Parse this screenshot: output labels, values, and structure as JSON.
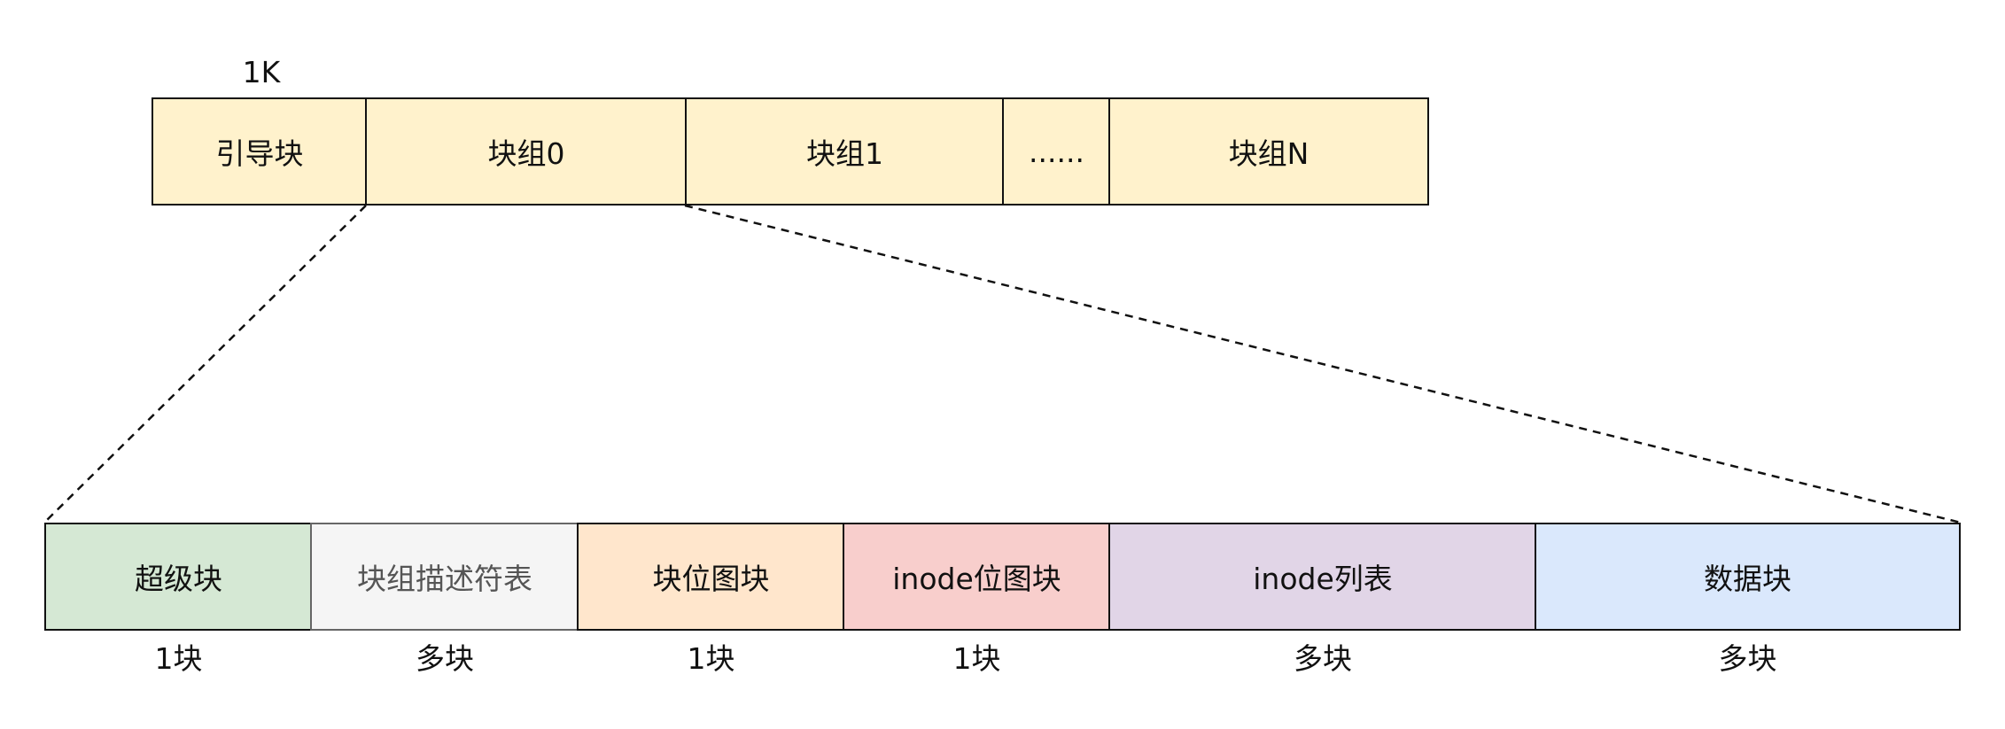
{
  "top_row": {
    "size_label": "1K",
    "blocks": [
      {
        "label": "引导块"
      },
      {
        "label": "块组0"
      },
      {
        "label": "块组1"
      },
      {
        "label": "......"
      },
      {
        "label": "块组N"
      }
    ]
  },
  "bottom_row": {
    "blocks": [
      {
        "label": "超级块",
        "count": "1块",
        "fill": "#d5e8d4",
        "stroke": "#111111"
      },
      {
        "label": "块组描述符表",
        "count": "多块",
        "fill": "#f5f5f5",
        "stroke": "#666666"
      },
      {
        "label": "块位图块",
        "count": "1块",
        "fill": "#ffe6cc",
        "stroke": "#111111"
      },
      {
        "label": "inode位图块",
        "count": "1块",
        "fill": "#f8cecc",
        "stroke": "#111111"
      },
      {
        "label": "inode列表",
        "count": "多块",
        "fill": "#e1d5e7",
        "stroke": "#111111"
      },
      {
        "label": "数据块",
        "count": "多块",
        "fill": "#dae8fc",
        "stroke": "#111111"
      }
    ]
  },
  "colors": {
    "top_fill": "#fff2cc",
    "line": "#111111",
    "descriptor_text": "#555555"
  }
}
